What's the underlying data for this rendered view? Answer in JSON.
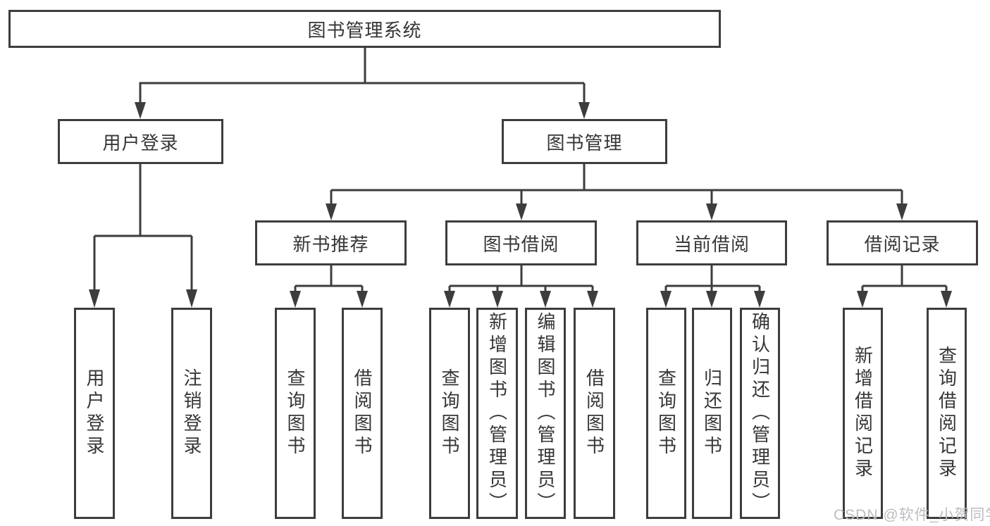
{
  "diagram": {
    "type": "hierarchy-tree",
    "colors": {
      "line": "#3d3d3d",
      "box_border": "#3d3d3d",
      "text": "#363636",
      "background": "#ffffff",
      "watermark_text": "#bdbdc2"
    },
    "tree": {
      "root": {
        "label": "图书管理系统"
      },
      "user_login": {
        "label": "用户登录",
        "children": {
          "login": {
            "label": "用户登录"
          },
          "logout": {
            "label": "注销登录"
          }
        }
      },
      "book_mgmt": {
        "label": "图书管理",
        "children": {
          "new_book_rec": {
            "label": "新书推荐",
            "children": {
              "query_books": {
                "label": "查询图书"
              },
              "borrow_books": {
                "label": "借阅图书"
              }
            }
          },
          "book_borrow": {
            "label": "图书借阅",
            "children": {
              "query_books": {
                "label": "查询图书"
              },
              "add_book": {
                "label": "新增图书（管理员）"
              },
              "edit_book": {
                "label": "编辑图书（管理员）"
              },
              "borrow_books": {
                "label": "借阅图书"
              }
            }
          },
          "current_borrow": {
            "label": "当前借阅",
            "children": {
              "query_books": {
                "label": "查询图书"
              },
              "return_books": {
                "label": "归还图书"
              },
              "confirm_return": {
                "label": "确认归还（管理员）"
              }
            }
          },
          "borrow_records": {
            "label": "借阅记录",
            "children": {
              "add_record": {
                "label": "新增借阅记录"
              },
              "query_record": {
                "label": "查询借阅记录"
              }
            }
          }
        }
      }
    },
    "watermark": {
      "text": "CSDN @软件_小贺同学"
    }
  }
}
